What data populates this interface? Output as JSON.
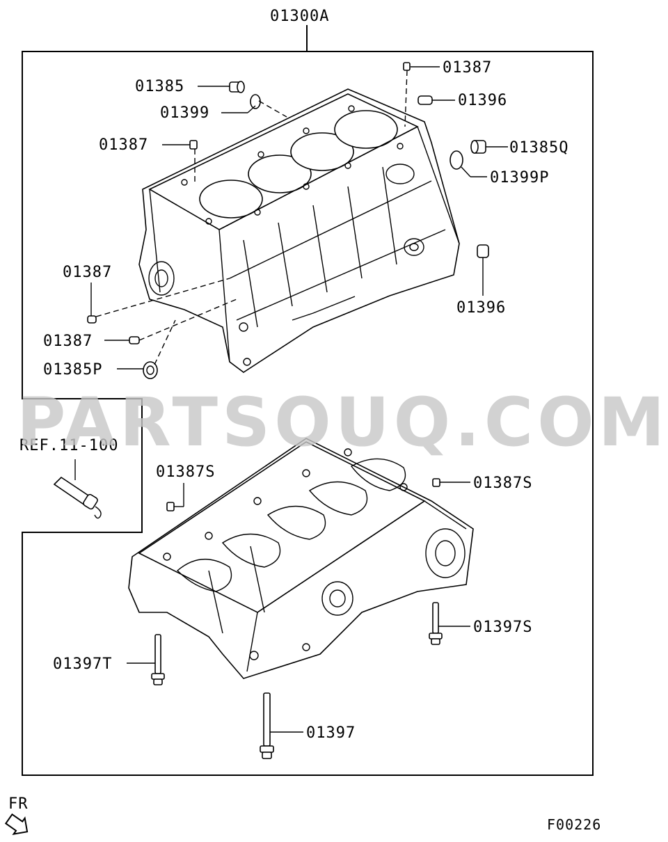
{
  "title_code": "01300A",
  "ref": "REF.11-100",
  "direction": "FR",
  "figure_code": "F00226",
  "watermark": "PARTSOUQ.COM",
  "labels": {
    "p01385": "01385",
    "p01399": "01399",
    "p01387_top_left": "01387",
    "p01387_top": "01387",
    "p01396_top": "01396",
    "p01385Q": "01385Q",
    "p01399P": "01399P",
    "p01387_mid": "01387",
    "p01396_mid": "01396",
    "p01387_low": "01387",
    "p01385P": "01385P",
    "p01387S_left": "01387S",
    "p01387S_right": "01387S",
    "p01397S": "01397S",
    "p01397T": "01397T",
    "p01397": "01397"
  }
}
